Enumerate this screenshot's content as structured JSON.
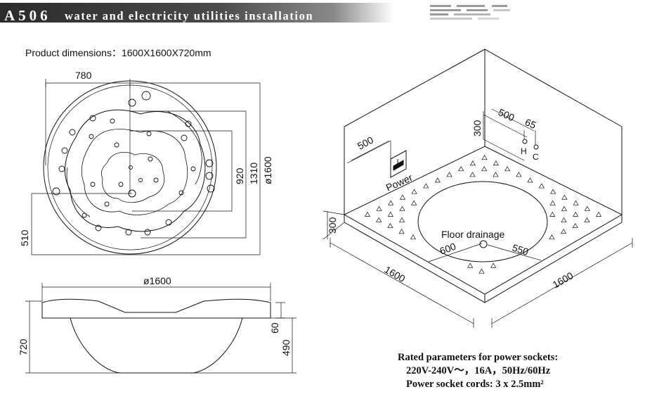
{
  "header": {
    "code": "A506",
    "title": "water and electricity utilities installation"
  },
  "top_view": {
    "product_label": "Product dimensions：1600X1600X720mm",
    "dim_780": "780",
    "dim_920": "920",
    "dim_1310": "1310",
    "dim_d1600": "ø1600",
    "dim_510": "510"
  },
  "side_view": {
    "dim_d1600": "ø1600",
    "dim_720": "720",
    "dim_60": "60",
    "dim_490": "490"
  },
  "room_view": {
    "dim_500_top": "500",
    "dim_65": "65",
    "dim_300_top": "300",
    "dim_500_left": "500",
    "power_label": "Power",
    "label_h": "H",
    "label_c": "C",
    "dim_300_left": "300",
    "floor_drainage": "Floor drainage",
    "dim_600": "600",
    "dim_550": "550",
    "dim_1600_left": "1600",
    "dim_1600_right": "1600"
  },
  "parameters": {
    "heading": "Rated parameters for power sockets:",
    "line1": "220V-240V～，16A，50Hz/60Hz",
    "line2": "Power socket cords: 3 x 2.5mm²"
  }
}
